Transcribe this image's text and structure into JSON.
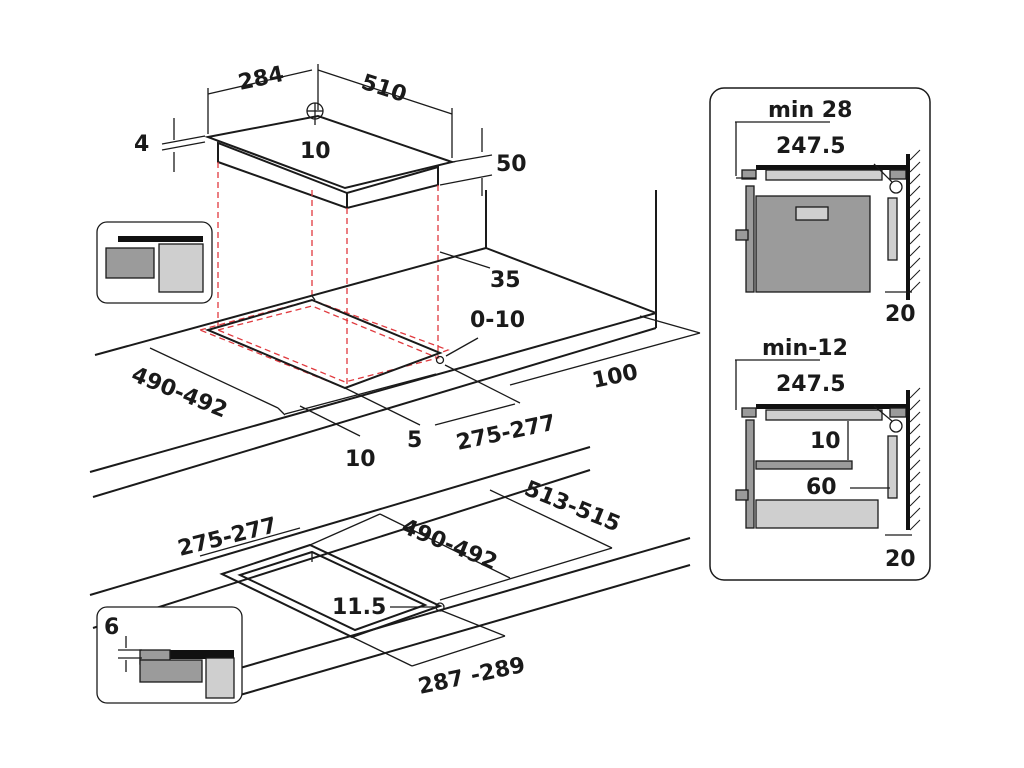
{
  "colors": {
    "cutout_guides": "#e0393e",
    "lines": "#1a1a1a",
    "section_fill": "#9b9b9b",
    "panel_fill": "#cfcfcf"
  },
  "hob_dimensions": {
    "depth": "284",
    "width": "510",
    "glass_thickness": "4",
    "height": "50",
    "connection_offset": "10"
  },
  "top_cutout": {
    "rear_clearance": "35",
    "front_tolerance": "0-10",
    "side_clearance": "100",
    "cutout_width": "490-492",
    "front_edge": "10",
    "edge_gap": "5",
    "cutout_depth": "275-277"
  },
  "flush_cutout": {
    "inner_depth": "275-277",
    "inner_width": "490-492",
    "outer_width": "513-515",
    "corner_radius": "11.5",
    "outer_depth": "287 -289",
    "recess_depth": "6"
  },
  "side_panel_top": {
    "title": "min 28",
    "distance": "247.5",
    "wall_gap": "20"
  },
  "side_panel_bottom": {
    "title": "min-12",
    "distance": "247.5",
    "gap_vertical": "10",
    "gap_horizontal": "60",
    "wall_gap": "20"
  }
}
